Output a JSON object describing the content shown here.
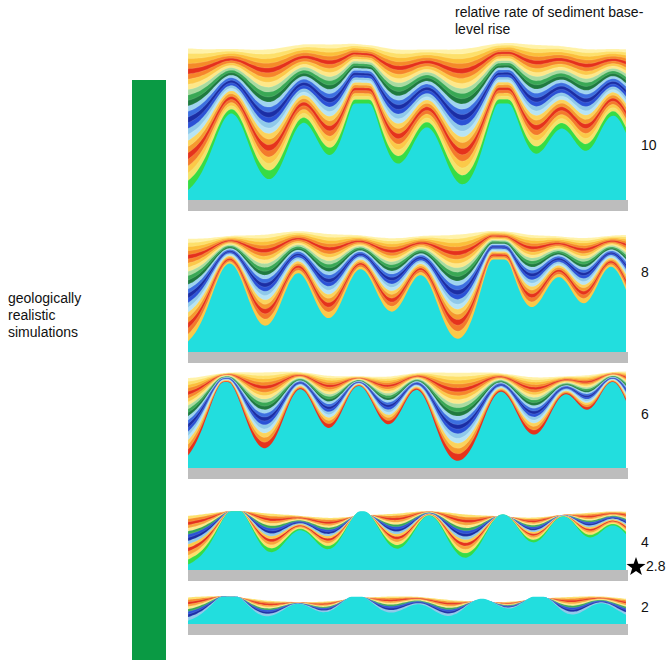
{
  "diagram": {
    "labels": [
      "relative rate of sediment base-level rise",
      "geologically realistic simulations",
      "10",
      "8",
      "6",
      "4",
      "2.8",
      "2"
    ]
  }
}
